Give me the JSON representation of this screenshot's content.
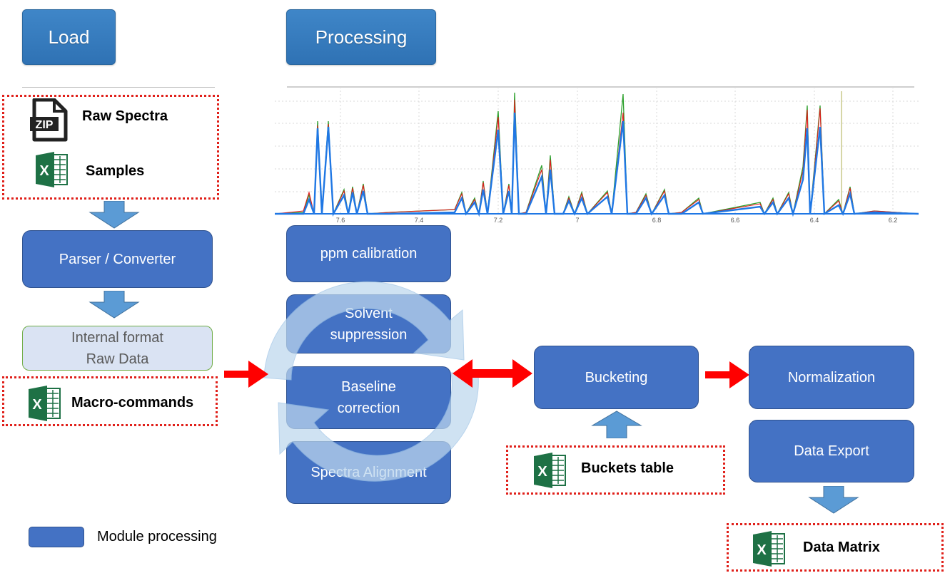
{
  "headers": {
    "load": "Load",
    "processing": "Processing"
  },
  "load_inputs": {
    "raw_spectra": "Raw Spectra",
    "samples": "Samples",
    "zip_label": "ZIP"
  },
  "parser": "Parser / Converter",
  "internal_format": "Internal format\nRaw Data",
  "macro_commands": "Macro-commands",
  "processing_steps": {
    "ppm_calibration": "ppm calibration",
    "solvent_suppression": "Solvent\nsuppression",
    "baseline_correction": "Baseline\ncorrection",
    "spectra_alignment": "Spectra Alignment"
  },
  "bucketing": "Bucketing",
  "buckets_table": "Buckets table",
  "normalization": "Normalization",
  "data_export": "Data Export",
  "data_matrix": "Data Matrix",
  "legend": {
    "module_processing": "Module processing"
  },
  "spectrum_axis": {
    "ticks": [
      "7.6",
      "7.4",
      "7.2",
      "7",
      "6.8",
      "6.6",
      "6.4",
      "6.2"
    ]
  },
  "colors": {
    "module": "#4472c4",
    "arrow_red": "#ff0000",
    "arrow_blue": "#5b9bd5",
    "dotted_border": "#e0201a"
  }
}
